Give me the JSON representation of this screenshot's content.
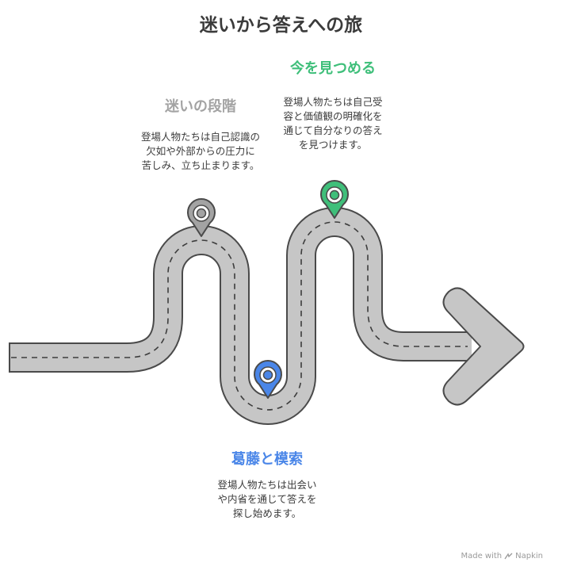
{
  "title": "迷いから答えへの旅",
  "stages": {
    "confusion": {
      "heading": "迷いの段階",
      "lines": [
        "登場人物たちは自己認識の",
        "欠如や外部からの圧力に",
        "苦しみ、立ち止まります。"
      ],
      "color": "#a3a3a3"
    },
    "struggle": {
      "heading": "葛藤と模索",
      "lines": [
        "登場人物たちは出会い",
        "や内省を通じて答えを",
        "探し始めます。"
      ],
      "color": "#4a86e8"
    },
    "now": {
      "heading": "今を見つめる",
      "lines": [
        "登場人物たちは自己受",
        "容と価値観の明確化を",
        "通じて自分なりの答え",
        "を見つけます。"
      ],
      "color": "#3fbf7a"
    }
  },
  "footer": {
    "made_with": "Made with",
    "brand": "Napkin"
  },
  "colors": {
    "road": "#c6c6c6",
    "road_edge": "#4a4a4a"
  }
}
